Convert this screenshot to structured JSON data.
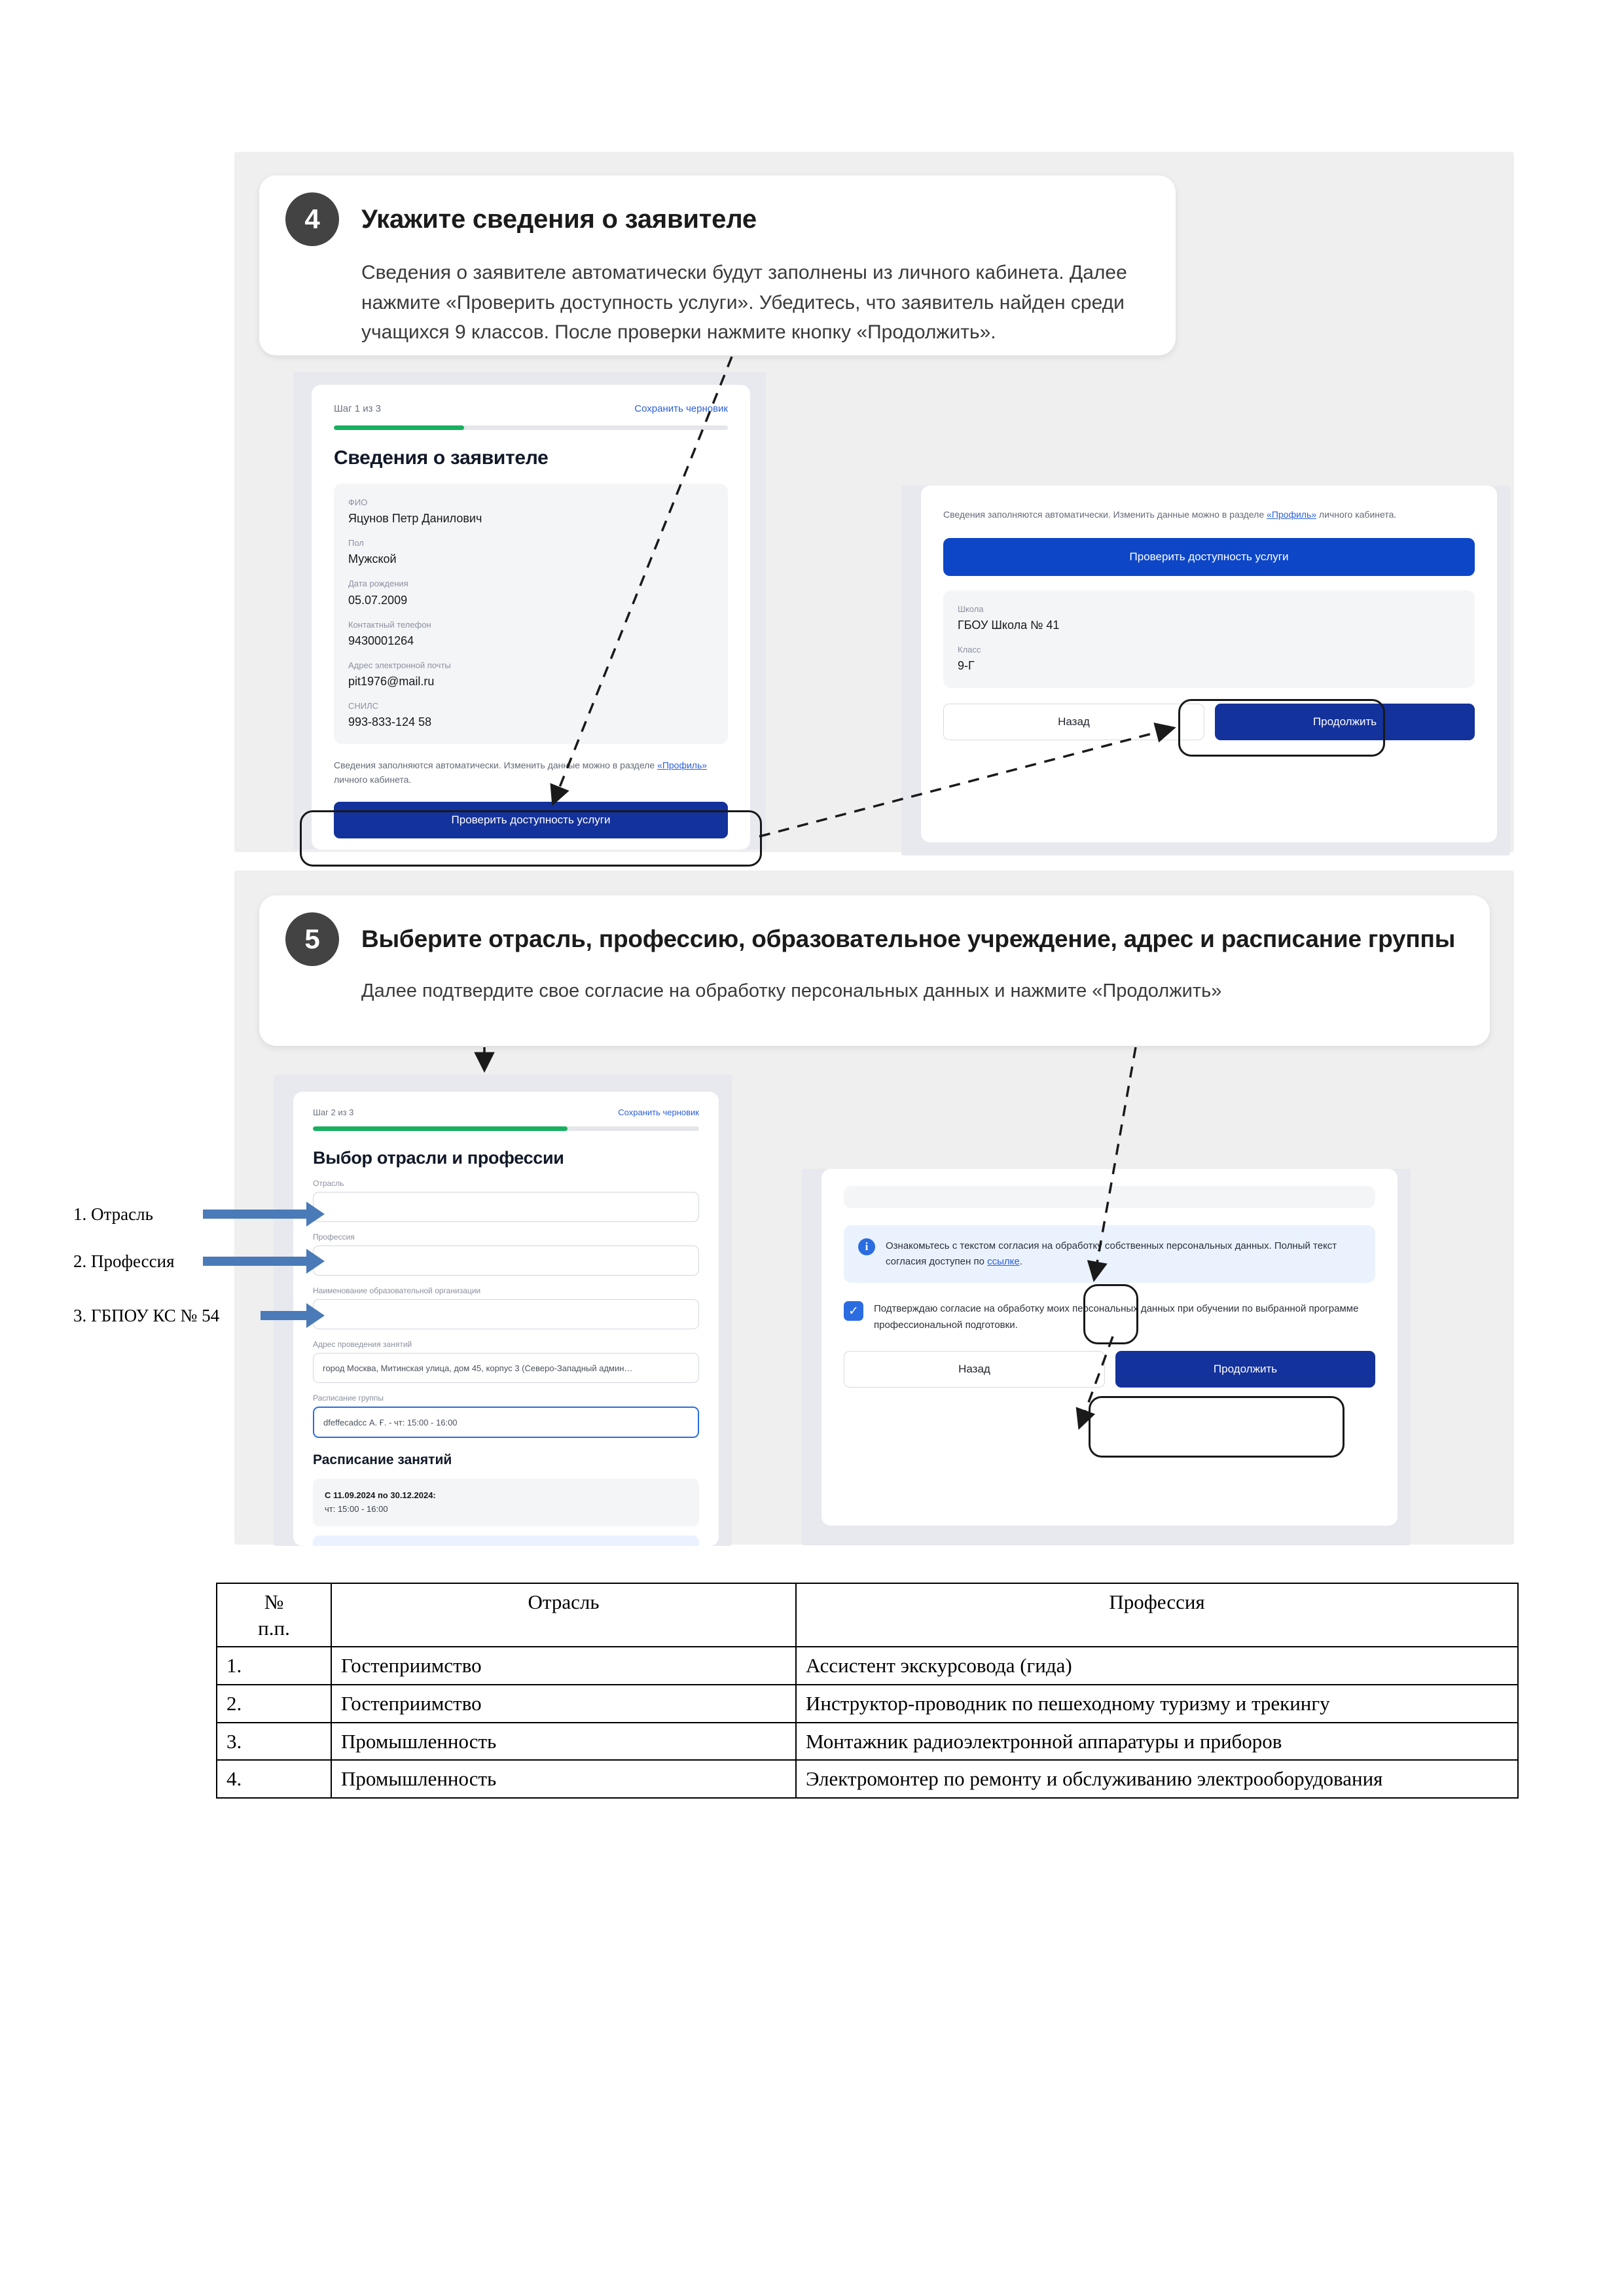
{
  "steps": [
    {
      "number": "4",
      "title": "Укажите сведения о заявителе",
      "subtitle": "Сведения о заявителе автоматически будут заполнены из личного кабинета. Далее нажмите «Проверить доступность услуги». Убедитесь, что заявитель найден среди учащихся 9 классов. После проверки нажмите кнопку «Продолжить»."
    },
    {
      "number": "5",
      "title": "Выберите отрасль, профессию, образовательное учреждение, адрес и расписание группы",
      "subtitle": "Далее подтвердите свое согласие на обработку персональных данных и нажмите «Продолжить»"
    }
  ],
  "screen_step1": {
    "step_counter": "Шаг 1 из 3",
    "save_draft": "Сохранить черновик",
    "progress_percent": 33,
    "title": "Сведения о заявителе",
    "fields": [
      {
        "label": "ФИО",
        "value": "Яцунов Петр Данилович"
      },
      {
        "label": "Пол",
        "value": "Мужской"
      },
      {
        "label": "Дата рождения",
        "value": "05.07.2009"
      },
      {
        "label": "Контактный телефон",
        "value": "9430001264"
      },
      {
        "label": "Адрес электронной почты",
        "value": "pit1976@mail.ru"
      },
      {
        "label": "СНИЛС",
        "value": "993-833-124 58"
      }
    ],
    "note_before": "Сведения заполняются автоматически. Изменить данные можно в разделе ",
    "note_link": "«Профиль»",
    "note_after": " личного кабинета.",
    "check_button": "Проверить доступность услуги"
  },
  "screen_step1_result": {
    "note_before": "Сведения заполняются автоматически. Изменить данные можно в разделе ",
    "note_link": "«Профиль»",
    "note_after": " личного кабинета.",
    "check_button": "Проверить доступность услуги",
    "fields": [
      {
        "label": "Школа",
        "value": "ГБОУ Школа № 41"
      },
      {
        "label": "Класс",
        "value": "9-Г"
      }
    ],
    "back_button": "Назад",
    "continue_button": "Продолжить"
  },
  "screen_step2": {
    "step_counter": "Шаг 2 из 3",
    "save_draft": "Сохранить черновик",
    "progress_percent": 66,
    "title": "Выбор отрасли и профессии",
    "inputs": [
      {
        "label": "Отрасль",
        "value": ""
      },
      {
        "label": "Профессия",
        "value": ""
      },
      {
        "label": "Наименование образовательной организации",
        "value": ""
      },
      {
        "label": "Адрес проведения занятий",
        "value": "город Москва, Митинская улица, дом 45, корпус 3 (Северо-Западный админ…"
      },
      {
        "label": "Расписание группы",
        "value": "dfeffecadcc А. Ғ. - чт: 15:00 - 16:00"
      }
    ],
    "schedule_title": "Расписание занятий",
    "schedule_period": "С 11.09.2024 по 30.12.2024:",
    "schedule_time": "чт: 15:00 - 16:00"
  },
  "screen_step2_consent": {
    "hint_icon": "info-icon",
    "hint_before": "Ознакомьтесь с текстом согласия на обработку собственных персональных данных. Полный текст согласия доступен по ",
    "hint_link": "ссылке",
    "hint_after": ".",
    "checkbox_checked": true,
    "checkbox_label": "Подтверждаю согласие на обработку моих персональных данных при обучении по выбранной программе профессиональной подготовки.",
    "back_button": "Назад",
    "continue_button": "Продолжить"
  },
  "annotations": [
    {
      "text": "1. Отрасль"
    },
    {
      "text": "2. Профессия"
    },
    {
      "text": "3. ГБПОУ КС № 54"
    }
  ],
  "table": {
    "headers": [
      "№ п.п.",
      "Отрасль",
      "Профессия"
    ],
    "header_num_line1": "№",
    "header_num_line2": "п.п.",
    "rows": [
      {
        "num": "1.",
        "branch": "Гостеприимство",
        "profession": "Ассистент экскурсовода (гида)"
      },
      {
        "num": "2.",
        "branch": "Гостеприимство",
        "profession": "Инструктор-проводник по пешеходному туризму и трекингу"
      },
      {
        "num": "3.",
        "branch": "Промышленность",
        "profession": "Монтажник радиоэлектронной аппаратуры и приборов"
      },
      {
        "num": "4.",
        "branch": "Промышленность",
        "profession": "Электромонтер по ремонту и обслуживанию электрооборудования"
      }
    ]
  },
  "colors": {
    "accent_blue": "#0d47c8",
    "dark_blue": "#14329b",
    "progress_green": "#18b05f",
    "arrow_blue": "#4a7ab8",
    "step_circle": "#434343",
    "link": "#2b5fd9"
  }
}
